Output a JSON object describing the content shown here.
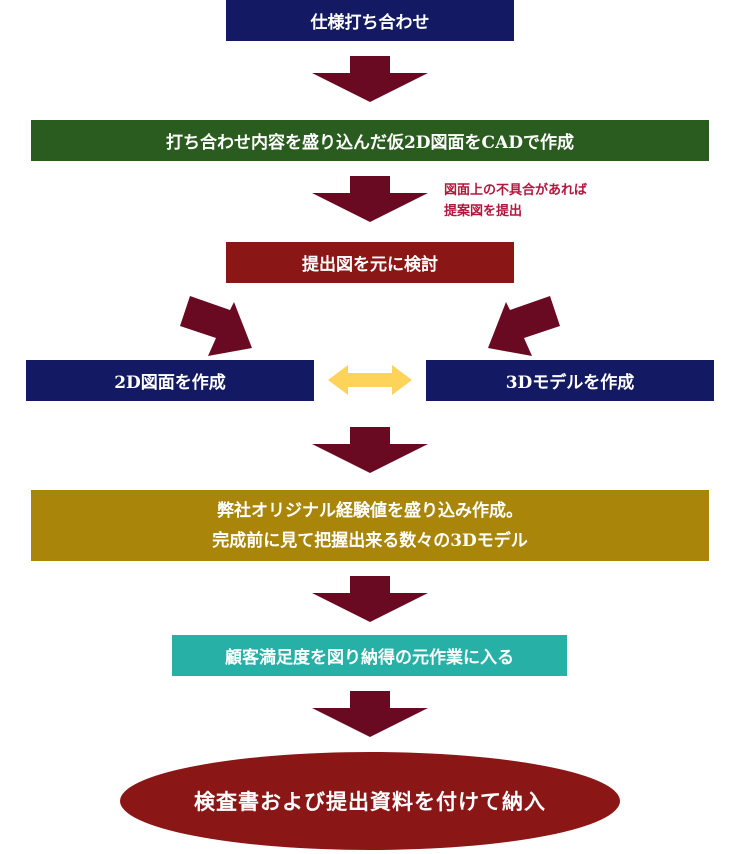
{
  "colors": {
    "navy": "#131a63",
    "green": "#2b5c1f",
    "maroon": "#8a1616",
    "gold": "#a9860a",
    "teal": "#27b0a5",
    "arrow": "#6a0a22",
    "double_arrow": "#fdd35a",
    "note_text": "#b2173d"
  },
  "steps": {
    "step1": "仕様打ち合わせ",
    "step2": "打ち合わせ内容を盛り込んだ仮2D図面をCADで作成",
    "note_line1": "図面上の不具合があれば",
    "note_line2": "提案図を提出",
    "step3": "提出図を元に検討",
    "step4_left": "2D図面を作成",
    "step4_right": "3Dモデルを作成",
    "step5_line1": "弊社オリジナル経験値を盛り込み作成。",
    "step5_line2": "完成前に見て把握出来る数々の3Dモデル",
    "step6": "顧客満足度を図り納得の元作業に入る",
    "final": "検査書および提出資料を付けて納入"
  }
}
